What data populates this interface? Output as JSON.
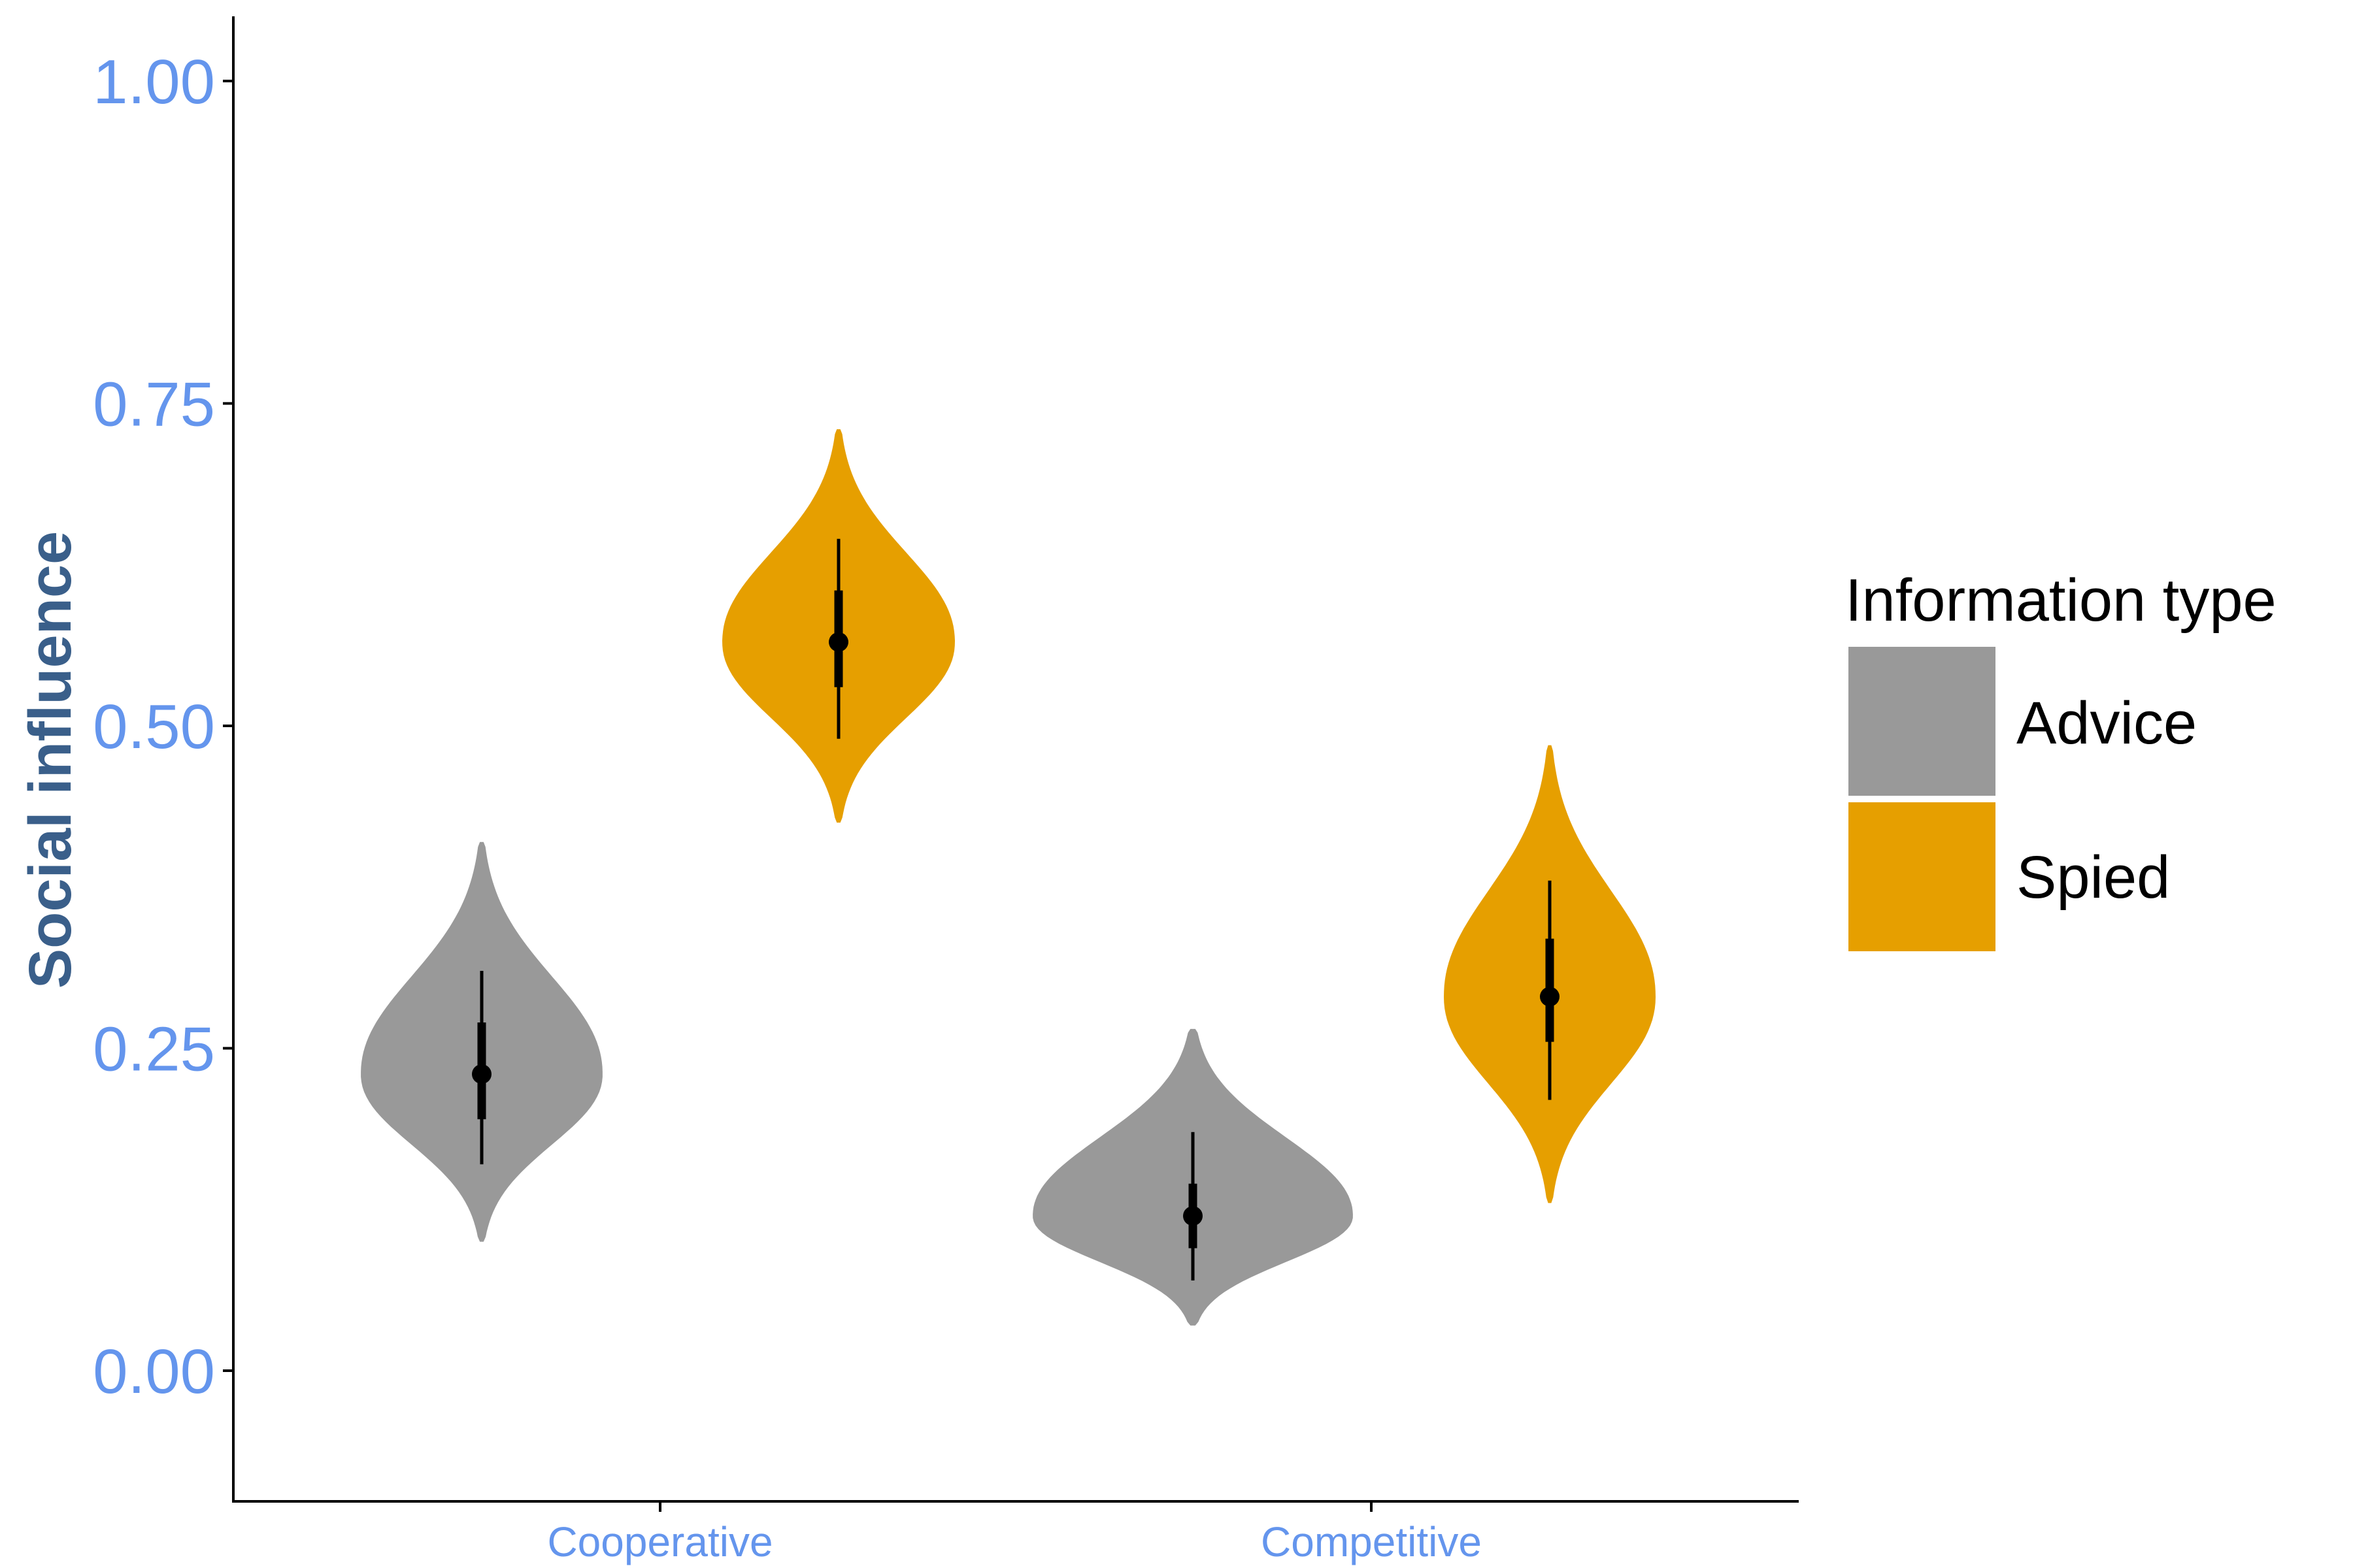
{
  "chart_data": {
    "type": "violin",
    "xlabel": "",
    "ylabel": "Social influence",
    "ylim": [
      -0.1,
      1.05
    ],
    "yticks": [
      0.0,
      0.25,
      0.5,
      0.75,
      1.0
    ],
    "ytick_labels": [
      "0.00",
      "0.25",
      "0.50",
      "0.75",
      "1.00"
    ],
    "categories": [
      "Cooperative",
      "Competitive"
    ],
    "legend": {
      "title": "Information type",
      "position": "right",
      "entries": [
        {
          "name": "Advice",
          "color": "#999999"
        },
        {
          "name": "Spied",
          "color": "#E69F00"
        }
      ]
    },
    "series": [
      {
        "name": "Advice",
        "color": "#999999",
        "points": [
          {
            "category": "Cooperative",
            "median": 0.23,
            "inner_low": 0.195,
            "inner_high": 0.27,
            "outer_low": 0.16,
            "outer_high": 0.31,
            "min": 0.1,
            "max": 0.41
          },
          {
            "category": "Competitive",
            "median": 0.12,
            "inner_low": 0.095,
            "inner_high": 0.145,
            "outer_low": 0.07,
            "outer_high": 0.185,
            "min": 0.035,
            "max": 0.265
          }
        ]
      },
      {
        "name": "Spied",
        "color": "#E69F00",
        "points": [
          {
            "category": "Cooperative",
            "median": 0.565,
            "inner_low": 0.53,
            "inner_high": 0.605,
            "outer_low": 0.49,
            "outer_high": 0.645,
            "min": 0.425,
            "max": 0.73
          },
          {
            "category": "Competitive",
            "median": 0.29,
            "inner_low": 0.255,
            "inner_high": 0.335,
            "outer_low": 0.21,
            "outer_high": 0.38,
            "min": 0.13,
            "max": 0.485
          }
        ]
      }
    ]
  }
}
